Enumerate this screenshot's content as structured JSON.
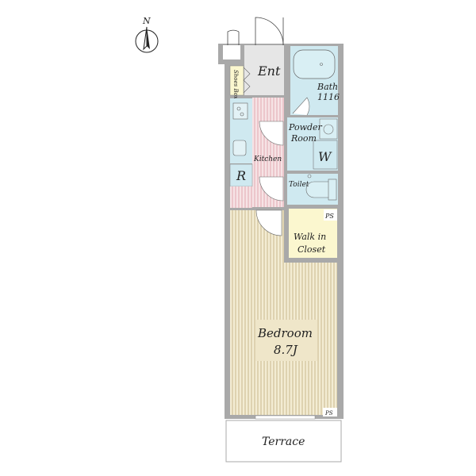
{
  "compass": {
    "label": "N"
  },
  "rooms": {
    "entrance": "Ent",
    "shoes_box": "Shoes Box",
    "bath_label": "Bath",
    "bath_size": "1116",
    "powder_room_line1": "Powder",
    "powder_room_line2": "Room",
    "washer": "W",
    "kitchen": "Kitchen",
    "refrigerator": "R",
    "toilet": "Toilet",
    "pipe_space_top": "PS",
    "walk_in_closet_line1": "Walk in",
    "walk_in_closet_line2": "Closet",
    "bedroom": "Bedroom",
    "bedroom_size": "8.7J",
    "pipe_space_bottom": "PS",
    "terrace": "Terrace"
  },
  "colors": {
    "wall": "#a9a9a9",
    "wet_area": "#cfe9f0",
    "kitchen_floor": "#f3d6da",
    "bedroom_floor": "#efe6c9",
    "closet": "#fbf7cf",
    "entrance": "#e6e6e6"
  }
}
